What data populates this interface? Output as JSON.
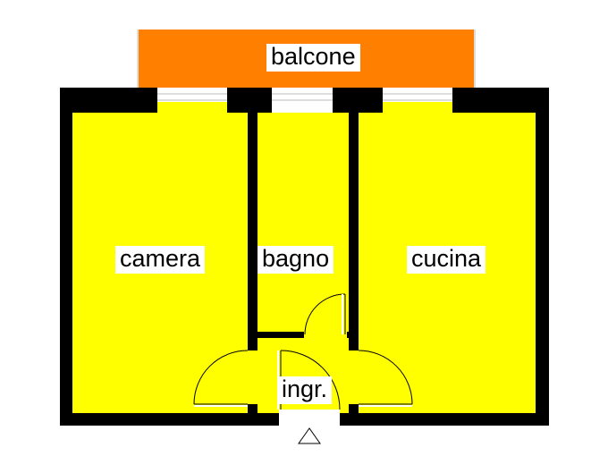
{
  "rooms": {
    "balcony": "balcone",
    "bedroom": "camera",
    "bathroom": "bagno",
    "kitchen": "cucina",
    "entrance": "ingr."
  },
  "colors": {
    "balcony_fill": "#ff7f00",
    "room_fill": "#ffff00",
    "wall": "#000000",
    "background": "#ffffff",
    "window_line": "#bbbbbb"
  }
}
